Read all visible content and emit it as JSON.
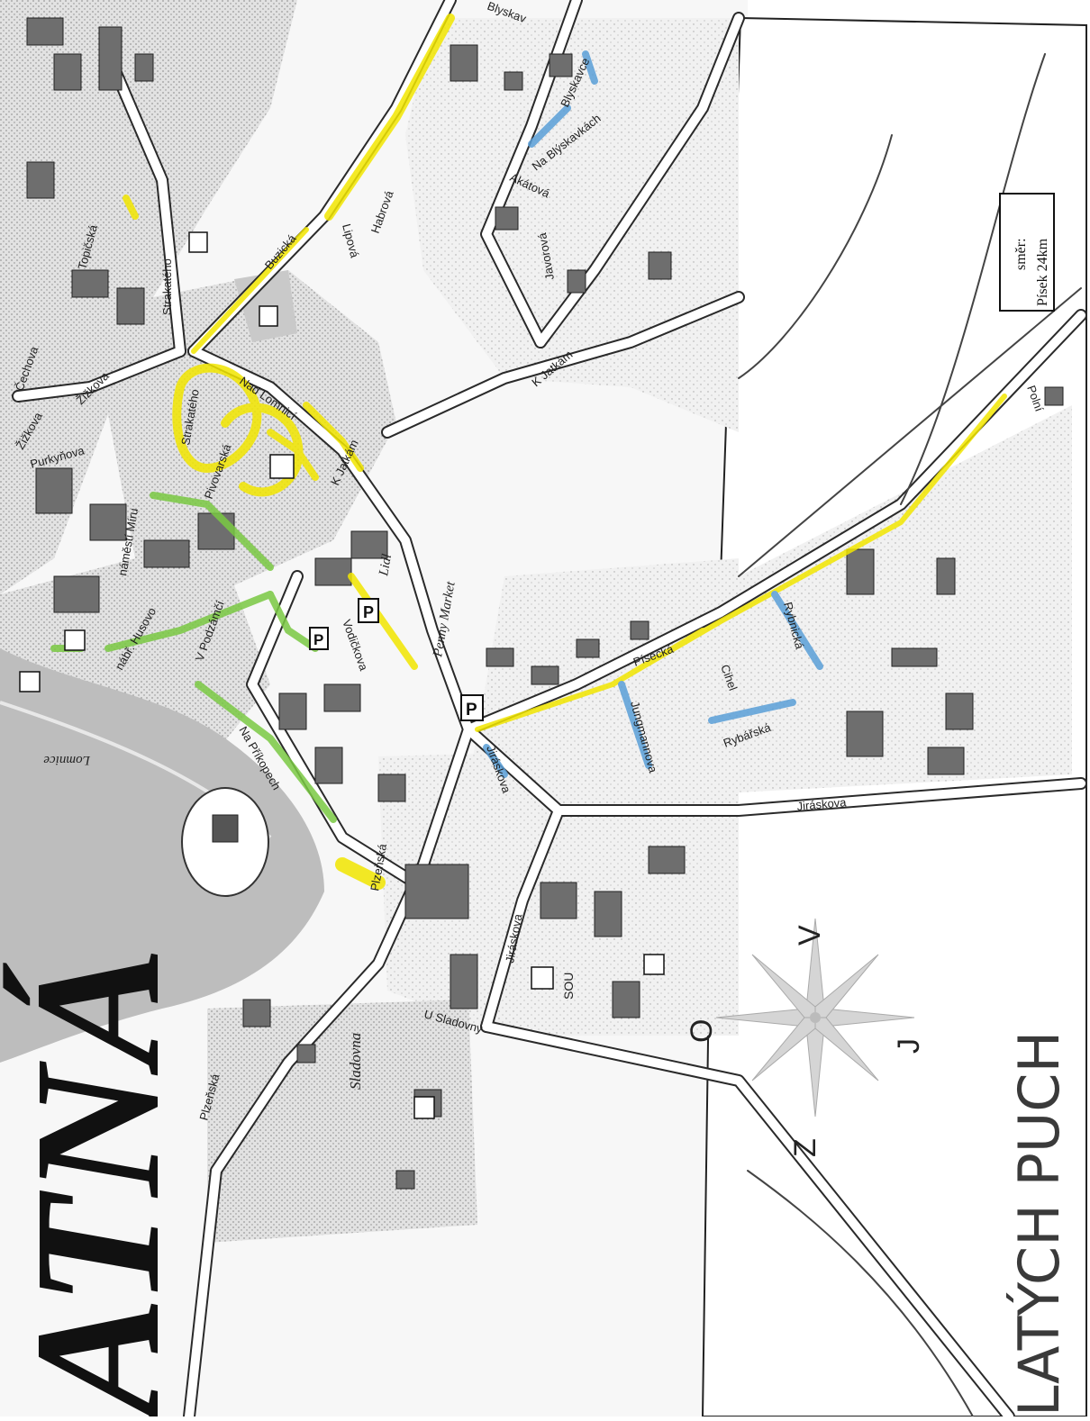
{
  "map": {
    "town_name": "ATNÁ",
    "direction_box": {
      "line1": "směr:",
      "line2": "Písek 24km"
    },
    "compass": {
      "north": "J",
      "east": "V",
      "south": "Z",
      "west": "O"
    },
    "handwriting": "LATÝCH PUCH",
    "river": "Lomnice",
    "places": {
      "lidl": "Lidl",
      "penny": "Penny Market",
      "sladovna": "Sladovna",
      "sou": "SOU",
      "parking": "P"
    },
    "streets": {
      "blyskavkach_top": "Blyskav",
      "blyskavce": "Blyskavce",
      "na_blyskavkach": "Na Blýskavkách",
      "akatova": "Akátová",
      "javorova": "Javorová",
      "habrova": "Habrová",
      "lipova": "Lipová",
      "buzicka": "Buzická",
      "k_jatkam_1": "K Jatkám",
      "k_jatkam_2": "K Jatkám",
      "nad_lomnici": "Nad Lomnicí",
      "topicska": "Topičská",
      "strakateho_1": "Strakatého",
      "strakateho_2": "Strakatého",
      "cechova": "Čechova",
      "zizkova_1": "Žižkova",
      "zizkova_2": "Žižkova",
      "purkynova": "Purkyňova",
      "namesti_miru": "náměstí Míru",
      "pivovarska": "Pivovarská",
      "nabr_husovo": "nábř. Husovo",
      "v_podzamci": "V Podzámčí",
      "vodickova": "Vodičkova",
      "na_prikopech": "Na Příkopech",
      "plzenska_1": "Plzeňská",
      "plzenska_2": "Plzeňská",
      "jiraskova_1": "Jiráskova",
      "jiraskova_2": "Jiráskova",
      "jiraskova_3": "Jiráskova",
      "u_sladovny": "U Sladovny",
      "pisecka": "Písecká",
      "jungmannova": "Jungmannova",
      "cihelna": "Cihel",
      "rybarska": "Rybářská",
      "rybnicka": "Rybnická",
      "polni": "Polní"
    },
    "colors": {
      "highlight_yellow": "#f2e600",
      "highlight_green": "#7ac943",
      "highlight_blue": "#5a9fd8",
      "ink": "#1e1e1e",
      "river": "#bdbdbd"
    }
  }
}
